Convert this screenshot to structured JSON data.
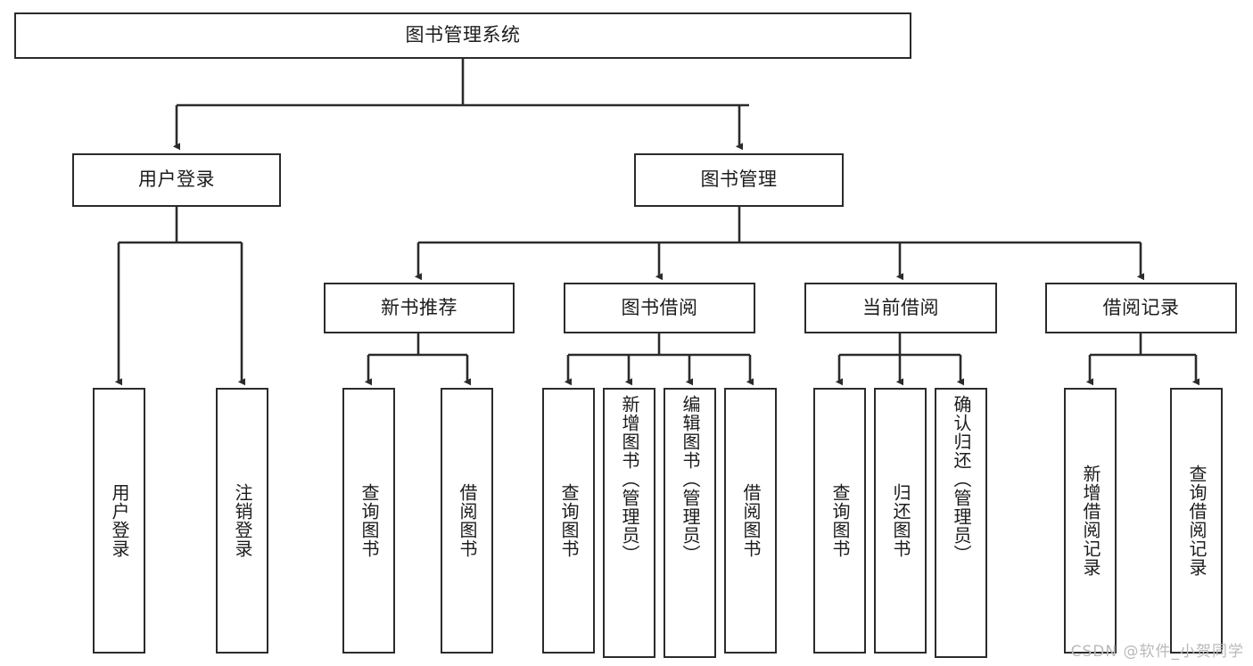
{
  "diagram": {
    "title": "图书管理系统",
    "type": "tree-hierarchy",
    "watermark": "CSDN @软件_小贺同学",
    "colors": {
      "box_border": "#2b2b2b",
      "box_fill": "#ffffff",
      "connector": "#2b2b2b",
      "text": "#1c1c1c",
      "watermark": "#b9b9b9",
      "background": "#ffffff"
    }
  },
  "nodes": {
    "root": {
      "label": "图书管理系统",
      "orientation": "horizontal"
    },
    "level2": [
      {
        "label": "用户登录",
        "orientation": "horizontal"
      },
      {
        "label": "图书管理",
        "orientation": "horizontal"
      }
    ],
    "level3": [
      {
        "label": "新书推荐",
        "orientation": "horizontal"
      },
      {
        "label": "图书借阅",
        "orientation": "horizontal"
      },
      {
        "label": "当前借阅",
        "orientation": "horizontal"
      },
      {
        "label": "借阅记录",
        "orientation": "horizontal"
      }
    ],
    "leaves": [
      {
        "label": "用户登录",
        "orientation": "vertical",
        "parent": "用户登录"
      },
      {
        "label": "注销登录",
        "orientation": "vertical",
        "parent": "用户登录"
      },
      {
        "label": "查询图书",
        "orientation": "vertical",
        "parent": "新书推荐"
      },
      {
        "label": "借阅图书",
        "orientation": "vertical",
        "parent": "新书推荐"
      },
      {
        "label": "查询图书",
        "orientation": "vertical",
        "parent": "图书借阅"
      },
      {
        "label": "新增图书（管理员）",
        "orientation": "vertical",
        "parent": "图书借阅"
      },
      {
        "label": "编辑图书（管理员）",
        "orientation": "vertical",
        "parent": "图书借阅"
      },
      {
        "label": "借阅图书",
        "orientation": "vertical",
        "parent": "图书借阅"
      },
      {
        "label": "查询图书",
        "orientation": "vertical",
        "parent": "当前借阅"
      },
      {
        "label": "归还图书",
        "orientation": "vertical",
        "parent": "当前借阅"
      },
      {
        "label": "确认归还（管理员）",
        "orientation": "vertical",
        "parent": "当前借阅"
      },
      {
        "label": "新增借阅记录",
        "orientation": "vertical",
        "parent": "借阅记录"
      },
      {
        "label": "查询借阅记录",
        "orientation": "vertical",
        "parent": "借阅记录"
      }
    ]
  }
}
